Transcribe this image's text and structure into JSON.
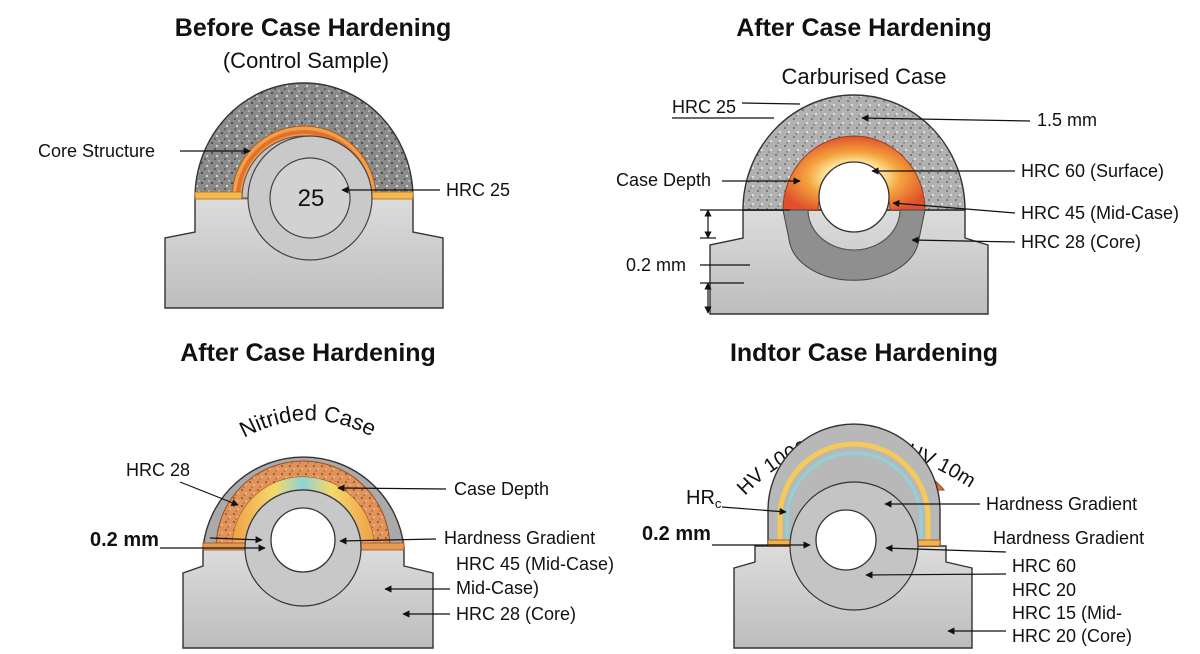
{
  "panels": {
    "p1": {
      "title": "Before Case Hardening",
      "subtitle": "(Control Sample)",
      "labels": {
        "core": "Core Structure",
        "hrc": "HRC 25",
        "center": "25"
      }
    },
    "p2": {
      "title": "After Case Hardening",
      "labels": {
        "case": "Carburised Case",
        "hrc25": "HRC 25",
        "depth_val": "1.5 mm",
        "case_depth": "Case Depth",
        "surface": "HRC 60 (Surface)",
        "mid": "HRC 45 (Mid-Case)",
        "core": "HRC 28 (Core)",
        "dim": "0.2 mm"
      }
    },
    "p3": {
      "title": "After Case Hardening",
      "labels": {
        "case": "Nitrided Case",
        "hrc28": "HRC 28",
        "case_depth": "Case Depth",
        "dim": "0.2 mm",
        "gradient": "Hardness Gradient",
        "mid": "HRC 45 (Mid-Case)",
        "mid2": "Mid-Case)",
        "core": "HRC 28 (Core)"
      }
    },
    "p4": {
      "title": "Indtor Case Hardening",
      "labels": {
        "arc": "HV 1000 (Surface), HV 10mg",
        "hrc": "HR",
        "hrc_sub": "c",
        "gradient1": "Hardness Gradient",
        "gradient2": "Hardness Gradient",
        "dim": "0.2 mm",
        "v1": "HRC 60",
        "v2": "HRC 20",
        "v3": "HRC 15 (Mid-",
        "v4": "HRC 20 (Core)"
      }
    }
  },
  "colors": {
    "block": "#cdcdcd",
    "block_dark": "#a9a9a9",
    "granular": "#7a7a7a",
    "orange": "#e8703a",
    "yellow": "#f7c65a",
    "cyan": "#8fd3d8"
  }
}
